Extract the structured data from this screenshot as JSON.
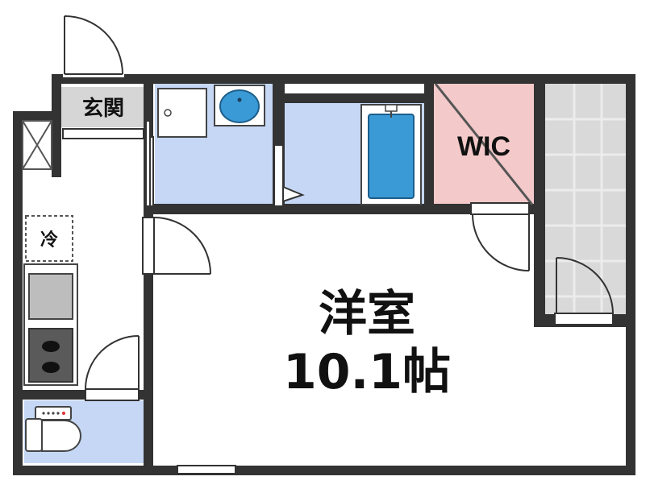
{
  "floorplan": {
    "entrance_label": "玄関",
    "fridge_label": "冷",
    "wic_label": "WIC",
    "room_name": "洋室",
    "room_size": "10.1帖"
  },
  "colors": {
    "wall": "#333333",
    "wet_area": "#c5d7f5",
    "wic": "#f3c9c9",
    "balcony": "#d9d9d9",
    "balcony_grid": "#ececec",
    "entrance_floor": "#d6d6d6",
    "stove": "#5a5a5a",
    "bath_water": "#3a9ad6"
  },
  "icons": {
    "closet": "closet-x-icon",
    "shower_tray": "shower-tray-icon",
    "washbasin": "washbasin-icon",
    "washer_pan": "washer-pan-icon",
    "bathtub": "bathtub-icon",
    "sink": "kitchen-sink-icon",
    "stove": "stove-burner-icon",
    "toilet": "toilet-icon"
  }
}
